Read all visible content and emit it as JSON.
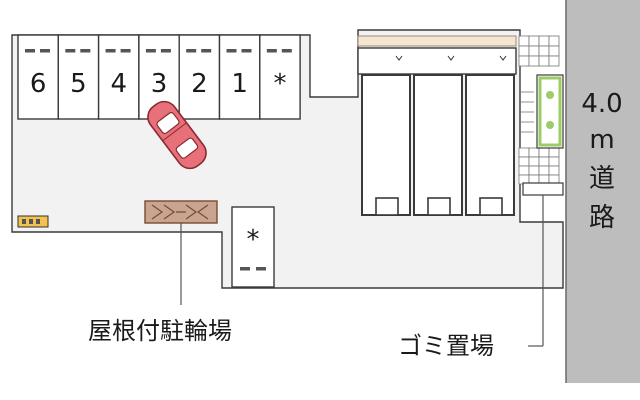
{
  "parking": {
    "stalls": [
      "6",
      "5",
      "4",
      "3",
      "2",
      "1",
      "*"
    ],
    "lower_stall": "*"
  },
  "road": {
    "width": "4.0",
    "unit": "m",
    "name_1": "道",
    "name_2": "路"
  },
  "labels": {
    "bicycle_parking": "屋根付駐輪場",
    "garbage": "ゴミ置場"
  },
  "colors": {
    "lot": "#f2f2f2",
    "building": "#ffffff",
    "outline": "#3a3a3a",
    "road": "#bdbdbd",
    "car": "#e8707a",
    "bike_shelter": "#c9a48f",
    "bike_shelter_edge": "#7a4a35",
    "planter": "#9ccc65",
    "sign": "#f2c14e",
    "balcony": "#f5e6d3"
  },
  "icons": [
    "car-icon",
    "bicycle-icon",
    "tree-icon",
    "sign-icon"
  ]
}
